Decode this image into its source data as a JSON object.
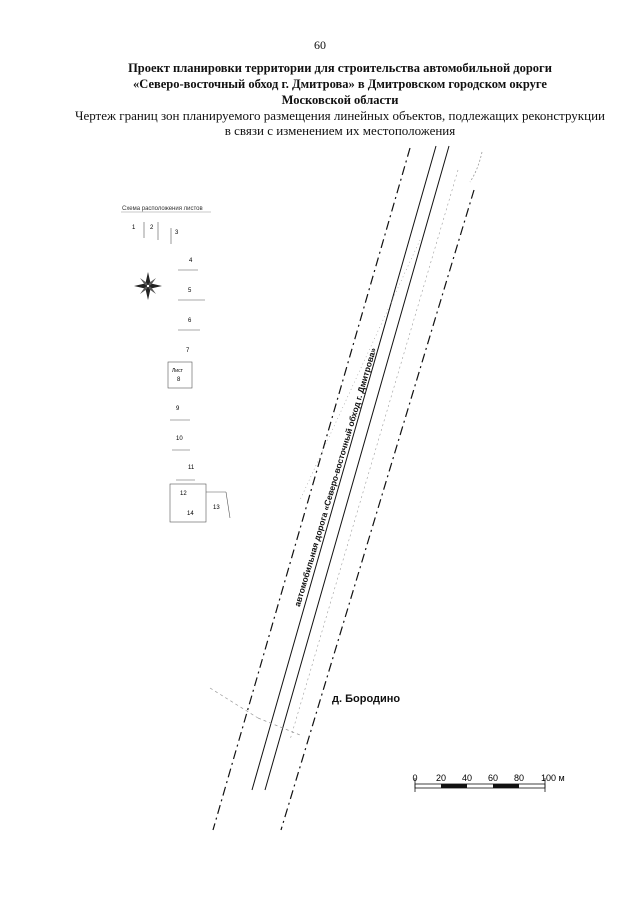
{
  "page_number": "60",
  "title_lines": [
    "Проект планировки территории для строительства автомобильной дороги",
    "«Северо-восточный обход г. Дмитрова» в Дмитровском городском округе",
    "Московской области"
  ],
  "subtitle_lines": [
    "Чертеж границ зон планируемого размещения линейных объектов, подлежащих реконструкции",
    "в связи с изменением их местоположения"
  ],
  "inset": {
    "title": "Схема расположения листов",
    "sheets": [
      "1",
      "2",
      "3",
      "4",
      "5",
      "6",
      "7",
      "8",
      "9",
      "10",
      "11",
      "12",
      "13",
      "14"
    ],
    "current_sheet_label": "Лист"
  },
  "road_label": "автомобильная дорога «Северо-восточный обход г. Дмитрова»",
  "village_label": "д. Бородино",
  "scale_bar": {
    "ticks": [
      "0",
      "20",
      "40",
      "60",
      "80",
      "100 м"
    ]
  },
  "colors": {
    "line": "#111111",
    "faint": "#9a9a9a"
  }
}
